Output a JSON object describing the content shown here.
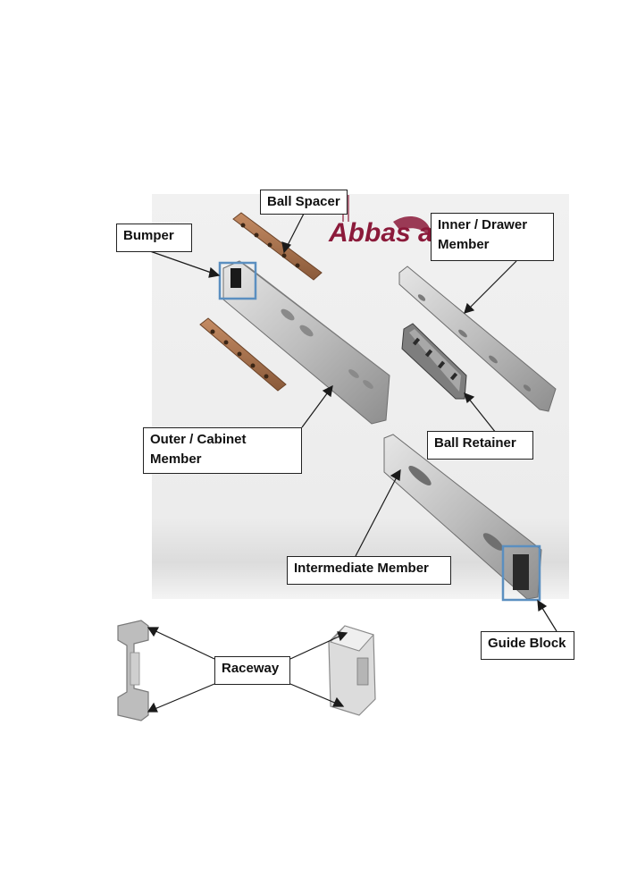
{
  "labels": {
    "ball_spacer": "Ball Spacer",
    "bumper": "Bumper",
    "inner_drawer_member": [
      "Inner / Drawer",
      "Member"
    ],
    "outer_cabinet_member": [
      "Outer / Cabinet",
      "Member"
    ],
    "ball_retainer": "Ball Retainer",
    "intermediate_member": "Intermediate Member",
    "guide_block": "Guide Block",
    "raceway": "Raceway"
  },
  "logo": {
    "text": "Abbas ali",
    "color": "#8b1a3a"
  },
  "colors": {
    "steel": "#c9c9c9",
    "spacer": "#b07a55",
    "highlight_box": "#5b8fc0",
    "leader_line": "#1a1a1a"
  }
}
